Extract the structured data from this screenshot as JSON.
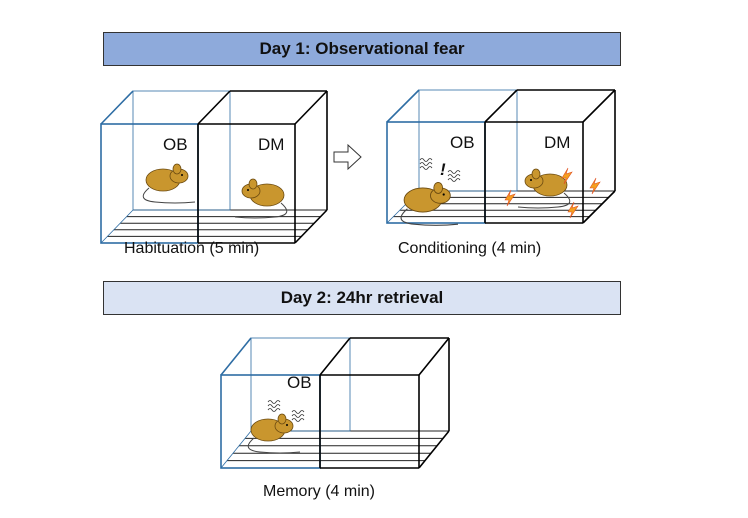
{
  "day1": {
    "title": "Day 1: Observational fear",
    "color": "#8eaadb"
  },
  "day2": {
    "title": "Day 2: 24hr retrieval",
    "color": "#dae3f3"
  },
  "panels": [
    {
      "caption": "Habituation (5 min)",
      "left_label": "OB",
      "right_label": "DM"
    },
    {
      "caption": "Conditioning (4 min)",
      "left_label": "OB",
      "right_label": "DM",
      "exclaim": "!"
    },
    {
      "caption": "Memory (4 min)",
      "left_label": "OB"
    }
  ],
  "colors": {
    "observer_box": "#2e6da4",
    "demonstrator_box": "#000000",
    "mouse": "#c9962e",
    "shock": "#f4a020"
  }
}
